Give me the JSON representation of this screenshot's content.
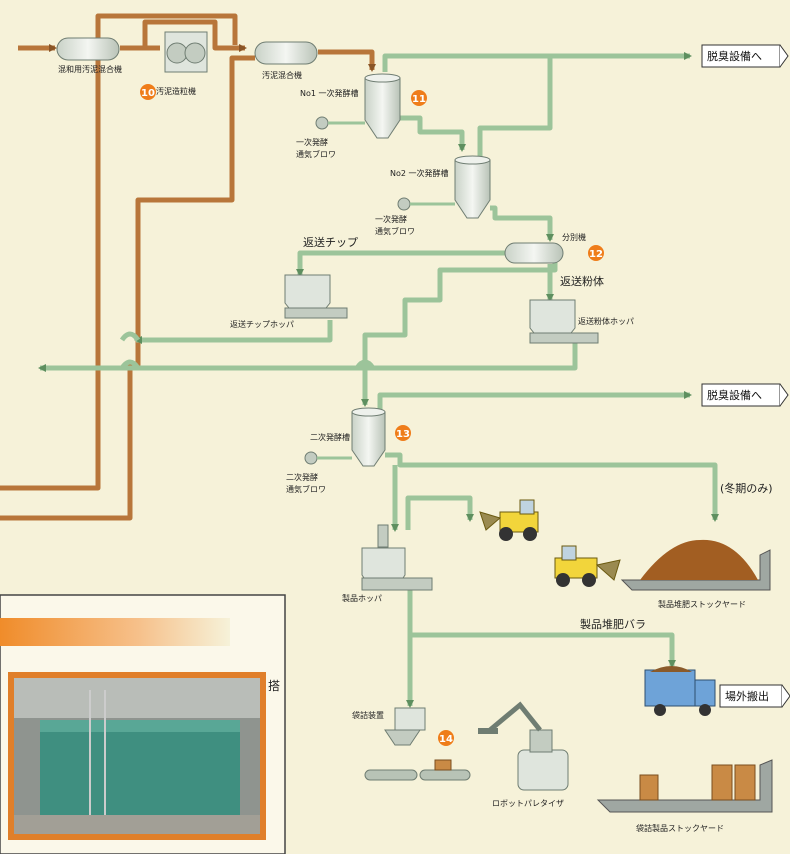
{
  "colors": {
    "background": "#f6f2d9",
    "green_pipe": "#9cc49a",
    "green_pipe_edge": "#5e8f5f",
    "brown_pipe": "#b8763a",
    "badge": "#ef7d1a",
    "equipment": "#dfe5dd",
    "equipment_edge": "#6f7d72"
  },
  "destinations": {
    "deodorizer_top": "脱臭設備へ",
    "deodorizer_mid": "脱臭設備へ",
    "offsite": "場外搬出"
  },
  "labels": {
    "sludge_mixer_blend": "混和用汚泥混合機",
    "sludge_granulator": "汚泥造粒機",
    "sludge_mixer": "汚泥混合機",
    "primary_tank_1": "No1 一次発酵槽",
    "primary_blower_1": [
      "一次発酵",
      "通気ブロワ"
    ],
    "primary_tank_2": "No2 一次発酵槽",
    "primary_blower_2": [
      "一次発酵",
      "通気ブロワ"
    ],
    "separator": "分別機",
    "return_chip": "返送チップ",
    "return_powder": "返送粉体",
    "return_chip_hopper": "返送チップホッパ",
    "return_powder_hopper": "返送粉体ホッパ",
    "secondary_tank": "二次発酵槽",
    "secondary_blower": [
      "二次発酵",
      "通気ブロワ"
    ],
    "winter_only": "(冬期のみ)",
    "product_hopper": "製品ホッパ",
    "compost_yard": "製品堆肥ストックヤード",
    "bulk_compost": "製品堆肥バラ",
    "bagging_device": "袋詰装置",
    "robot_palletizer": "ロボットパレタイザ",
    "bag_yard": "袋詰製品ストックヤード",
    "photo_partial": "搭"
  },
  "badges": [
    "10",
    "11",
    "12",
    "13",
    "14"
  ]
}
